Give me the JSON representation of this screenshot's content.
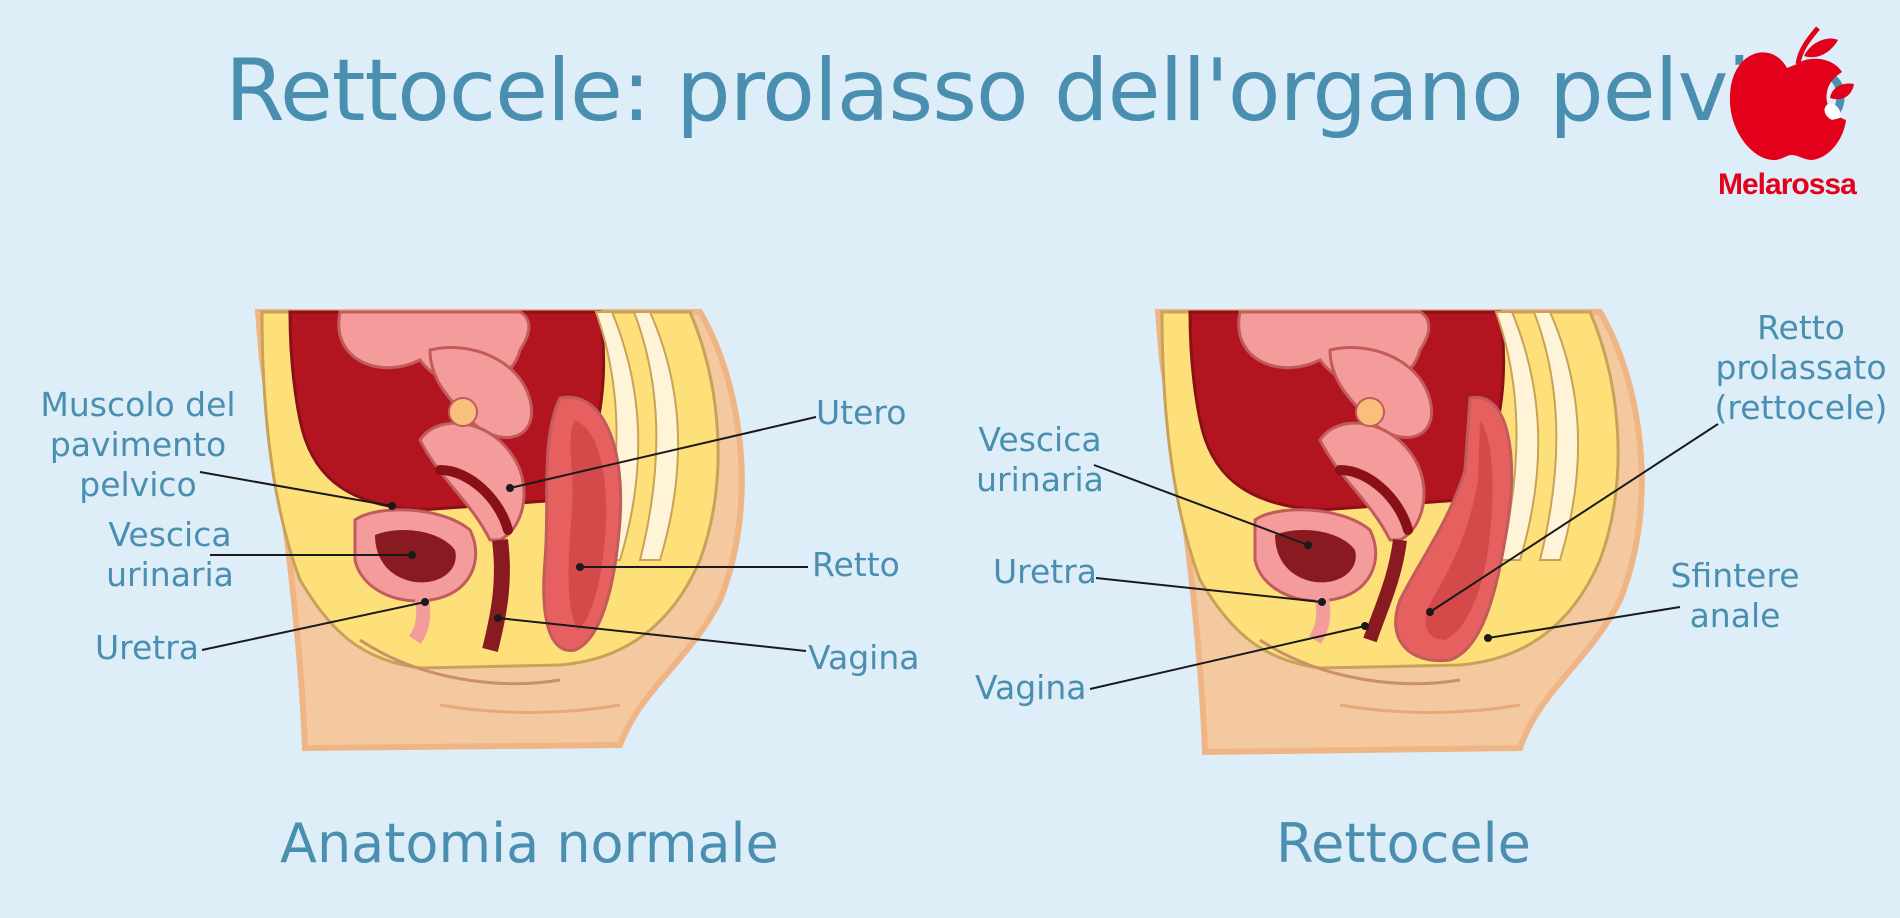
{
  "title": "Rettocele: prolasso dell'organo pelvico",
  "brand": {
    "name": "Melarossa",
    "color": "#e2001a",
    "icon": "apple-logo-icon"
  },
  "colors": {
    "text": "#4a8fb0",
    "background": "#ddeef8"
  },
  "panels": [
    {
      "caption": "Anatomia normale",
      "labels": {
        "muscolo": "Muscolo del\npavimento\npelvico",
        "vescica": "Vescica\nurinaria",
        "uretra": "Uretra",
        "utero": "Utero",
        "retto": "Retto",
        "vagina": "Vagina"
      }
    },
    {
      "caption": "Rettocele",
      "labels": {
        "vescica": "Vescica\nurinaria",
        "uretra": "Uretra",
        "vagina": "Vagina",
        "retto_prolassato": "Retto\nprolassato\n(rettocele)",
        "sfintere": "Sfintere\nanale"
      }
    }
  ]
}
